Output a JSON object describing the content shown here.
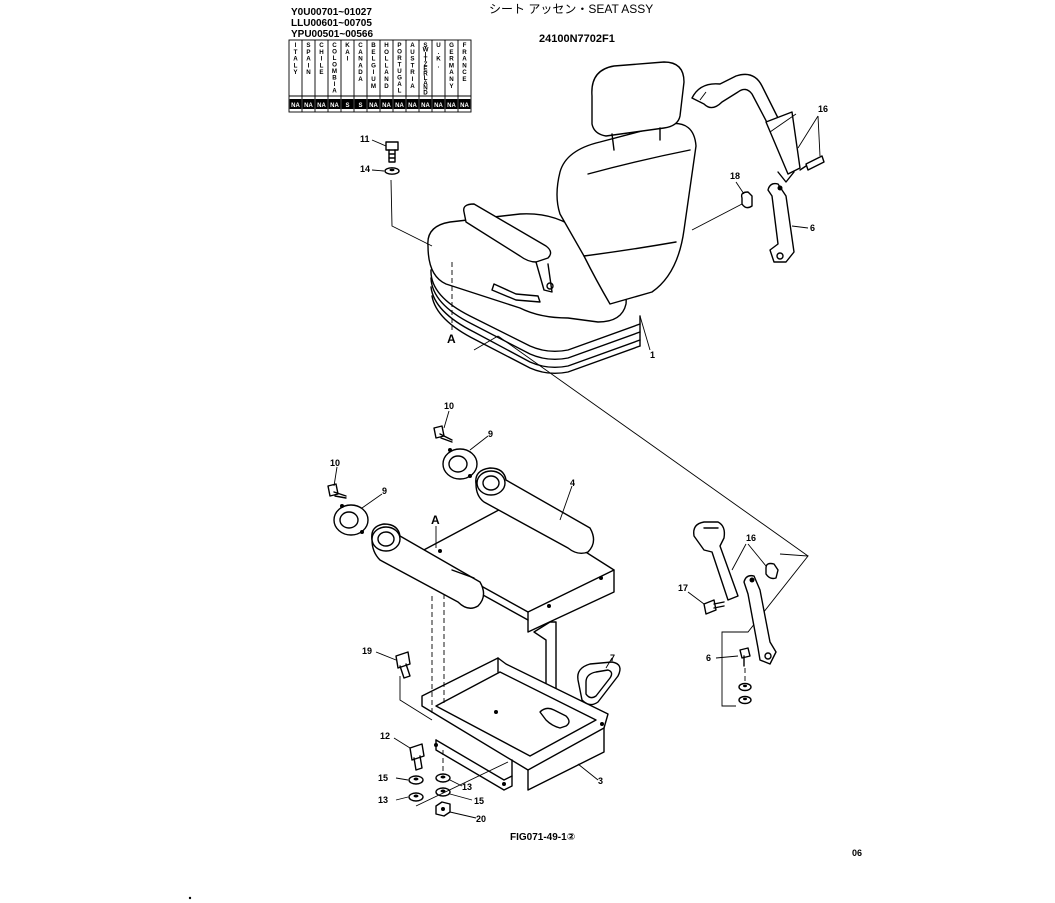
{
  "header": {
    "serials": [
      "Y0U00701~01027",
      "LLU00601~00705",
      "YPU00501~00566"
    ],
    "title": "シート アッセン・SEAT ASSY",
    "part_number": "24100N7702F1"
  },
  "applicability_table": {
    "columns": [
      {
        "country": "ITALY",
        "code": "NA"
      },
      {
        "country": "SPAIN",
        "code": "NA"
      },
      {
        "country": "CHILE",
        "code": "NA"
      },
      {
        "country": "COLOMBIA",
        "code": "NA"
      },
      {
        "country": "KAI",
        "code": "S"
      },
      {
        "country": "CANADA",
        "code": "S"
      },
      {
        "country": "BELGIUM",
        "code": "NA"
      },
      {
        "country": "HOLLAND",
        "code": "NA"
      },
      {
        "country": "PORTUGAL",
        "code": "NA"
      },
      {
        "country": "AUSTRIA",
        "code": "NA"
      },
      {
        "country": "SWITZER LAND",
        "code": "NA"
      },
      {
        "country": "U.K.",
        "code": "NA"
      },
      {
        "country": "GERMANY",
        "code": "NA"
      },
      {
        "country": "FRANCE",
        "code": "NA"
      }
    ]
  },
  "callouts": [
    {
      "id": "c11",
      "text": "11"
    },
    {
      "id": "c14",
      "text": "14"
    },
    {
      "id": "c16a",
      "text": "16"
    },
    {
      "id": "c18",
      "text": "18"
    },
    {
      "id": "c6a",
      "text": "6"
    },
    {
      "id": "c1",
      "text": "1"
    },
    {
      "id": "cA1",
      "text": "A"
    },
    {
      "id": "c10a",
      "text": "10"
    },
    {
      "id": "c9a",
      "text": "9"
    },
    {
      "id": "c10b",
      "text": "10"
    },
    {
      "id": "c9b",
      "text": "9"
    },
    {
      "id": "c4",
      "text": "4"
    },
    {
      "id": "cA2",
      "text": "A"
    },
    {
      "id": "c16b",
      "text": "16"
    },
    {
      "id": "c17",
      "text": "17"
    },
    {
      "id": "c6b",
      "text": "6"
    },
    {
      "id": "c7",
      "text": "7"
    },
    {
      "id": "c19",
      "text": "19"
    },
    {
      "id": "c12",
      "text": "12"
    },
    {
      "id": "c15a",
      "text": "15"
    },
    {
      "id": "c13a",
      "text": "13"
    },
    {
      "id": "c13b",
      "text": "13"
    },
    {
      "id": "c15b",
      "text": "15"
    },
    {
      "id": "c20",
      "text": "20"
    },
    {
      "id": "c3",
      "text": "3"
    }
  ],
  "footer": {
    "figure_id": "FIG071-49-1②",
    "page_code": "06"
  }
}
